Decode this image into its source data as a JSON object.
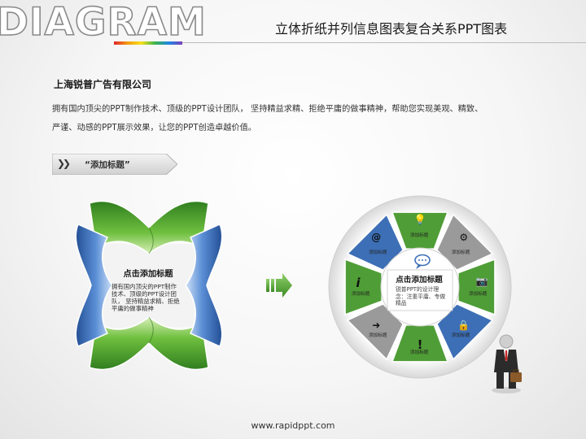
{
  "header": {
    "logo": "DIAGRAM",
    "title": "立体折纸并列信息图表复合关系PPT图表"
  },
  "intro": {
    "company": "上海锐普广告有限公司",
    "line1": "拥有国内顶尖的PPT制作技术、顶级的PPT设计团队， 坚持精益求精、拒绝平庸的做事精神，帮助您实现美观、精致、",
    "line2": "严谨、动感的PPT展示效果，让您的PPT创造卓越价值。"
  },
  "section": {
    "chevrons": "❯❯",
    "label": "“添加标题”"
  },
  "fold_diagram": {
    "title": "点击添加标题",
    "body": "拥有国内顶尖的PPT制作技术、顶级的PPT设计团队， 坚持精益求精、拒绝平庸的做事精神"
  },
  "ring_diagram": {
    "center_title": "点击添加标题",
    "center_body": "锐普PPT的设计理念：注重平庸、专做精品",
    "segments": [
      {
        "label": "添加标题",
        "icon": "lightbulb-icon",
        "glyph": "💡",
        "color": "#4f9d36"
      },
      {
        "label": "添加标题",
        "icon": "gears-icon",
        "glyph": "⚙",
        "color": "#9a9a9a"
      },
      {
        "label": "添加标题",
        "icon": "camera-icon",
        "glyph": "📷",
        "color": "#4f9d36"
      },
      {
        "label": "添加标题",
        "icon": "lock-icon",
        "glyph": "🔒",
        "color": "#3d6fb6"
      },
      {
        "label": "添加标题",
        "icon": "exclamation-icon",
        "glyph": "!",
        "color": "#4f9d36"
      },
      {
        "label": "添加标题",
        "icon": "arrow-right-icon",
        "glyph": "➜",
        "color": "#9a9a9a"
      },
      {
        "label": "添加标题",
        "icon": "info-icon",
        "glyph": "i",
        "color": "#4f9d36"
      },
      {
        "label": "添加标题",
        "icon": "at-sign-icon",
        "glyph": "@",
        "color": "#3d6fb6"
      }
    ]
  },
  "colors": {
    "green": "#4f9d36",
    "blue": "#3d6fb6",
    "gray": "#9a9a9a"
  },
  "footer": {
    "url": "www.rapidppt.com"
  }
}
